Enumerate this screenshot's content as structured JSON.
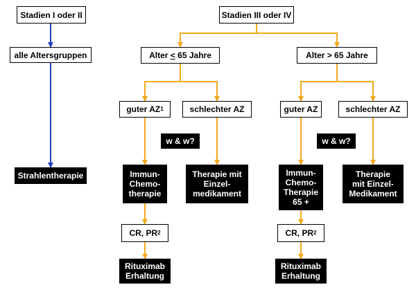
{
  "colors": {
    "blue_connector": "#1f3fbf",
    "orange_connector": "#f2a91c",
    "box_fill_dark": "#000000",
    "box_fill_light": "#ffffff"
  },
  "nodes": {
    "stage_early": "Stadien I oder II",
    "all_ages": "alle Altersgruppen",
    "radiotherapy": "Strahlentherapie",
    "stage_advanced": "Stadien III oder IV",
    "age_le65_prefix": "Alter ",
    "age_le65_symbol": "<",
    "age_le65_suffix": " 65 Jahre",
    "age_gt65": "Alter > 65 Jahre",
    "good_az_left_text": "guter AZ",
    "good_az_left_sup": "1",
    "poor_az_left": "schlechter AZ",
    "good_az_right": "guter AZ",
    "poor_az_right": "schlechter AZ",
    "ww_left": "w & w?",
    "ww_right": "w & w?",
    "immunochemo_left": "Immun-\nChemo-\ntherapie",
    "single_agent_left": "Therapie mit\nEinzel-\nmedikament",
    "immunochemo_right": "Immun-\nChemo-\nTherapie\n65 +",
    "single_agent_right": "Therapie\nmit Einzel-\nMedikament",
    "response_left_text": "CR, PR",
    "response_left_sup": "2",
    "response_right_text": "CR, PR",
    "response_right_sup": "2",
    "maintenance_left": "Rituximab\nErhaltung",
    "maintenance_right": "Rituximab\nErhaltung"
  }
}
